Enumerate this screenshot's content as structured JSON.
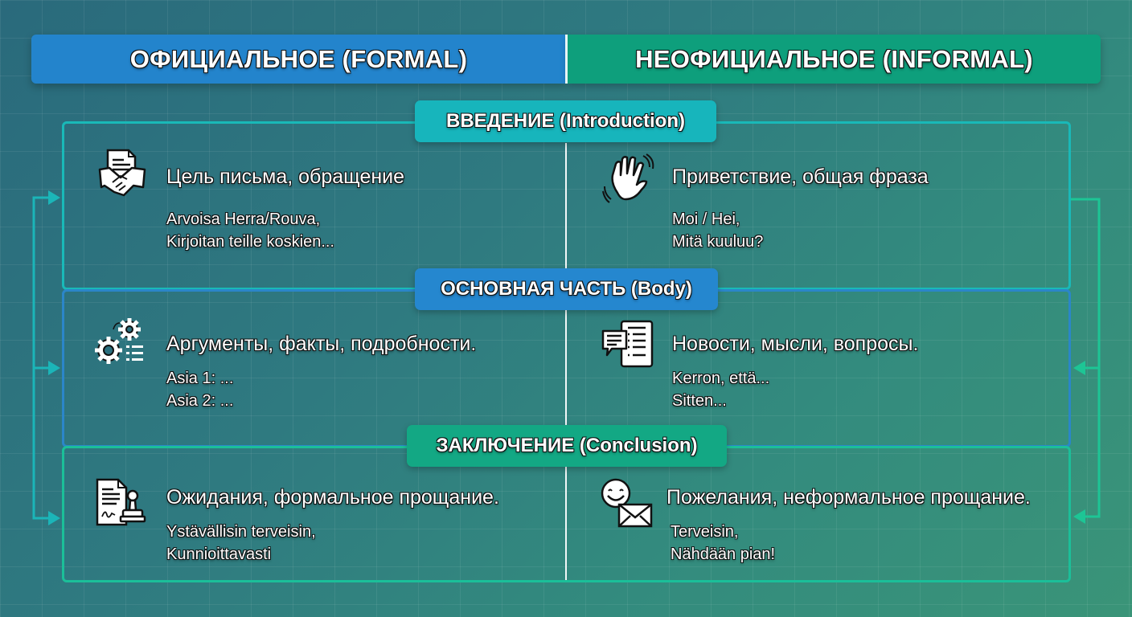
{
  "headers": {
    "formal": "ОФИЦИАЛЬНОЕ (FORMAL)",
    "informal": "НЕОФИЦИАЛЬНОЕ (INFORMAL)"
  },
  "colors": {
    "formal_blue": "#2384cc",
    "informal_green": "#0e9f7c",
    "intro_teal": "#17b5bc",
    "body_blue": "#2587cf",
    "conclusion_green": "#13a884"
  },
  "sections": {
    "intro": {
      "label": "ВВЕДЕНИЕ (Introduction)",
      "formal": {
        "icon": "letter-handshake-icon",
        "title": "Цель письма, обращение",
        "examples": [
          "Arvoisa Herra/Rouva,",
          "Kirjoitan teille koskien..."
        ]
      },
      "informal": {
        "icon": "waving-hand-icon",
        "title": "Приветствие, общая фраза",
        "examples": [
          "Moi / Hei,",
          "Mitä kuuluu?"
        ]
      }
    },
    "body": {
      "label": "ОСНОВНАЯ ЧАСТЬ (Body)",
      "formal": {
        "icon": "gears-list-icon",
        "title": "Аргументы, факты, подробности.",
        "examples": [
          "Asia 1: ...",
          "Asia 2: ..."
        ]
      },
      "informal": {
        "icon": "chat-document-icon",
        "title": "Новости, мысли, вопросы.",
        "examples": [
          "Kerron, että...",
          "Sitten..."
        ]
      }
    },
    "conclusion": {
      "label": "ЗАКЛЮЧЕНИЕ (Conclusion)",
      "formal": {
        "icon": "signed-document-stamp-icon",
        "title": "Ожидания, формальное прощание.",
        "examples": [
          "Ystävällisin terveisin,",
          "Kunnioittavasti"
        ]
      },
      "informal": {
        "icon": "smiley-envelope-icon",
        "title": "Пожелания, неформальное прощание.",
        "examples": [
          "Terveisin,",
          "Nähdään pian!"
        ]
      }
    }
  }
}
